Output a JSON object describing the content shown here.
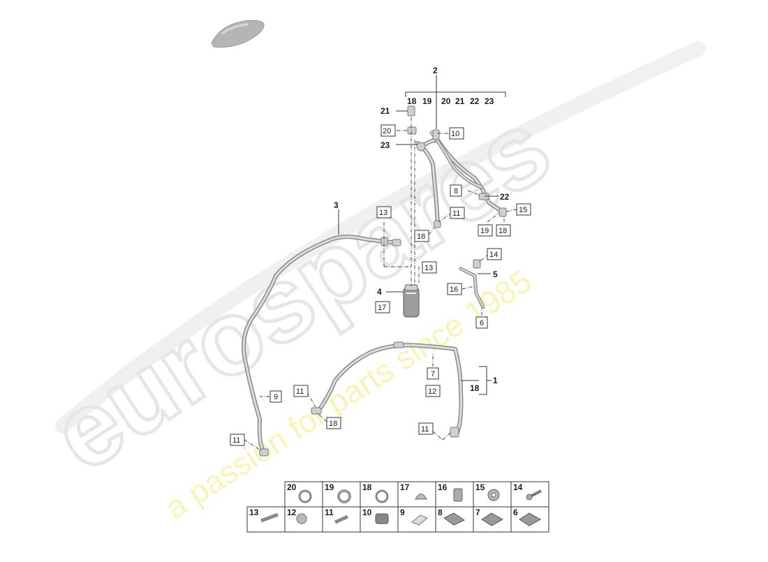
{
  "watermark": {
    "brand": "eurospares",
    "tagline": "a passion for parts since 1985",
    "brand_color": "#e6e6e6",
    "tagline_color": "#f3f3a8"
  },
  "diagram": {
    "bold_labels": [
      "2",
      "18",
      "19",
      "20",
      "21",
      "22",
      "23",
      "21",
      "23",
      "22",
      "3",
      "5",
      "4",
      "1",
      "18"
    ],
    "boxed_labels": [
      "20",
      "10",
      "8",
      "13",
      "11",
      "18",
      "15",
      "19",
      "18",
      "14",
      "13",
      "16",
      "17",
      "6",
      "7",
      "12",
      "11",
      "18",
      "9",
      "11",
      "11"
    ]
  },
  "parts_table": {
    "row1": [
      "20",
      "19",
      "18",
      "17",
      "16",
      "15",
      "14"
    ],
    "row2": [
      "13",
      "12",
      "11",
      "10",
      "9",
      "8",
      "7",
      "6"
    ]
  }
}
